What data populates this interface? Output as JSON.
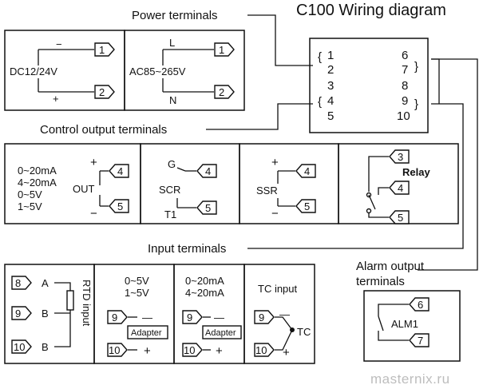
{
  "title": "C100 Wiring diagram",
  "labels": {
    "power_terminals": "Power terminals",
    "control_output_terminals": "Control output terminals",
    "input_terminals": "Input terminals",
    "alarm_output_line1": "Alarm output",
    "alarm_output_line2": "terminals"
  },
  "power": {
    "dc": {
      "label": "DC12/24V",
      "minus": "−",
      "plus": "+",
      "t1": "1",
      "t2": "2"
    },
    "ac": {
      "label": "AC85~265V",
      "L": "L",
      "N": "N",
      "t1": "1",
      "t2": "2"
    }
  },
  "terminal_block": {
    "left": [
      "1",
      "2",
      "3",
      "4",
      "5"
    ],
    "right": [
      "6",
      "7",
      "8",
      "9",
      "10"
    ]
  },
  "control": {
    "out": {
      "ranges": [
        "0~20mA",
        "4~20mA",
        "0~5V",
        "1~5V"
      ],
      "label": "OUT",
      "plus": "+",
      "minus": "−",
      "t1": "4",
      "t2": "5"
    },
    "scr": {
      "G": "G",
      "label": "SCR",
      "T1": "T1",
      "t1": "4",
      "t2": "5"
    },
    "ssr": {
      "label": "SSR",
      "plus": "+",
      "minus": "−",
      "t1": "4",
      "t2": "5"
    },
    "relay": {
      "label": "Relay",
      "t1": "3",
      "t2": "4",
      "t3": "5"
    }
  },
  "input": {
    "rtd": {
      "t": [
        "8",
        "9",
        "10"
      ],
      "letters": [
        "A",
        "B",
        "B"
      ],
      "label": "RTD input"
    },
    "volt": {
      "ranges": [
        "0~5V",
        "1~5V"
      ],
      "t1": "9",
      "t2": "10",
      "adapter": "Adapter",
      "minus": "—",
      "plus": "+"
    },
    "current": {
      "ranges": [
        "0~20mA",
        "4~20mA"
      ],
      "t1": "9",
      "t2": "10",
      "adapter": "Adapter",
      "minus": "—",
      "plus": "+"
    },
    "tc": {
      "label": "TC input",
      "t1": "9",
      "t2": "10",
      "minus": "—",
      "plus": "+",
      "tc": "TC"
    }
  },
  "alarm": {
    "t1": "6",
    "t2": "7",
    "label": "ALM1"
  },
  "watermark": "masternix.ru"
}
